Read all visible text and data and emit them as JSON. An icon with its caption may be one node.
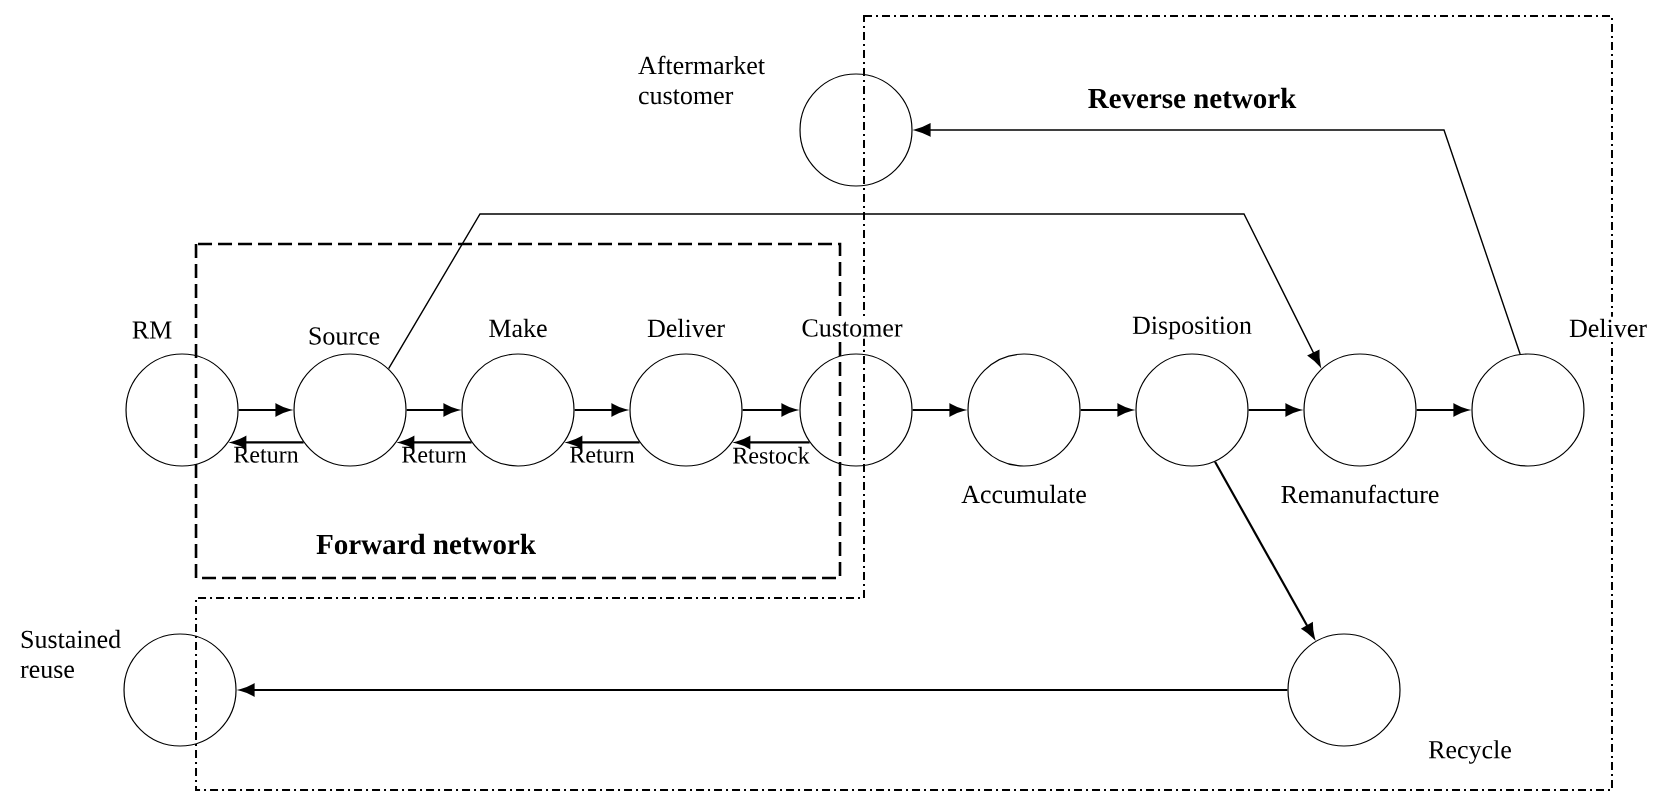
{
  "diagram": {
    "nodes": [
      {
        "text": [
          "Reverse network"
        ]
      },
      {
        "text": [
          "Forward network"
        ]
      },
      {
        "text": [
          "Aftermarket customer"
        ]
      },
      {
        "text": [
          "RM"
        ]
      },
      {
        "text": [
          "Source"
        ],
        "in": 1
      },
      {
        "text": [
          "Make"
        ],
        "in": 1
      },
      {
        "text": [
          "Deliver"
        ],
        "in": 1
      },
      {
        "text": [
          "Customer"
        ]
      },
      {
        "text": [
          "Accumulate"
        ],
        "in": 0
      },
      {
        "text": [
          "Disposition"
        ],
        "in": 0
      },
      {
        "text": [
          "Remanufacture"
        ],
        "in": 0
      },
      {
        "text": [
          "Deliver"
        ],
        "in": 0
      },
      {
        "text": [
          "Sustained reuse"
        ]
      },
      {
        "text": [
          "Recycle"
        ],
        "in": 0
      }
    ],
    "edges": [
      {
        "from": 3,
        "to": 4,
        "arrow": "to"
      },
      {
        "from": 4,
        "to": 5,
        "arrow": "to"
      },
      {
        "from": 5,
        "to": 6,
        "arrow": "to"
      },
      {
        "from": 6,
        "to": 7,
        "arrow": "to"
      },
      {
        "from": 4,
        "to": 3,
        "arrow": "to",
        "label": "Return"
      },
      {
        "from": 5,
        "to": 4,
        "arrow": "to",
        "label": "Return"
      },
      {
        "from": 6,
        "to": 5,
        "arrow": "to",
        "label": "Return"
      },
      {
        "from": 7,
        "to": 6,
        "arrow": "to",
        "label": "Restock"
      },
      {
        "from": 7,
        "to": 8,
        "arrow": "to"
      },
      {
        "from": 8,
        "to": 9,
        "arrow": "to"
      },
      {
        "from": 9,
        "to": 10,
        "arrow": "to"
      },
      {
        "from": 10,
        "to": 11,
        "arrow": "to"
      },
      {
        "from": 11,
        "to": 2,
        "arrow": "to"
      },
      {
        "from": 4,
        "to": 10,
        "arrow": "to"
      },
      {
        "from": 9,
        "to": 13,
        "arrow": "to"
      },
      {
        "from": 13,
        "to": 12,
        "arrow": "to"
      }
    ]
  }
}
